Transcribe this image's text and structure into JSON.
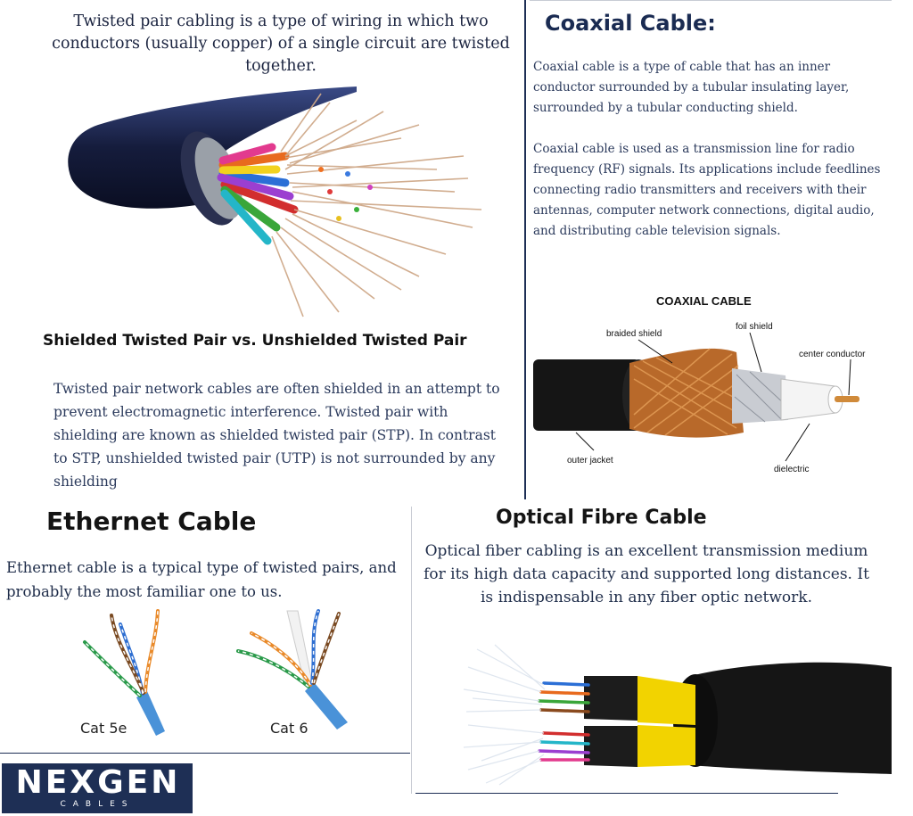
{
  "twisted_pair": {
    "intro": "Twisted pair cabling is a type of wiring in which two conductors (usually copper) of a single circuit are twisted together.",
    "heading": "Shielded Twisted Pair vs. Unshielded Twisted Pair",
    "body": "Twisted pair network cables are often shielded in an attempt to prevent electromagnetic interference. Twisted pair with shielding are known as shielded twisted pair (STP). In contrast to STP, unshielded twisted pair (UTP) is not surrounded by any shielding"
  },
  "coaxial": {
    "heading": "Coaxial Cable:",
    "para1": "Coaxial cable is a type of cable that has an inner conductor surrounded by a tubular insulating layer, surrounded by a tubular conducting shield.",
    "para2": "Coaxial cable is used as a transmission line for radio frequency (RF) signals. Its applications include feedlines connecting radio transmitters and receivers with their antennas, computer network connections, digital audio, and distributing cable television signals.",
    "diagram": {
      "title": "COAXIAL CABLE",
      "labels": {
        "braided_shield": "braided shield",
        "foil_shield": "foil shield",
        "center_conductor": "center conductor",
        "outer_jacket": "outer jacket",
        "dielectric": "dielectric"
      }
    }
  },
  "ethernet": {
    "heading": "Ethernet Cable",
    "body": "Ethernet cable is a typical type of twisted pairs, and probably the most familiar one to us.",
    "cat5e": "Cat 5e",
    "cat6": "Cat 6"
  },
  "optical": {
    "heading": "Optical Fibre Cable",
    "body": "Optical fiber cabling is an excellent transmission medium for its high data capacity and supported long distances. It is indispensable in any fiber optic network."
  },
  "logo": {
    "name": "NEXGEN",
    "tagline": "CABLES"
  },
  "colors": {
    "navy": "#1e2f55",
    "text": "#2b3a5c",
    "copper": "#c8782f"
  }
}
